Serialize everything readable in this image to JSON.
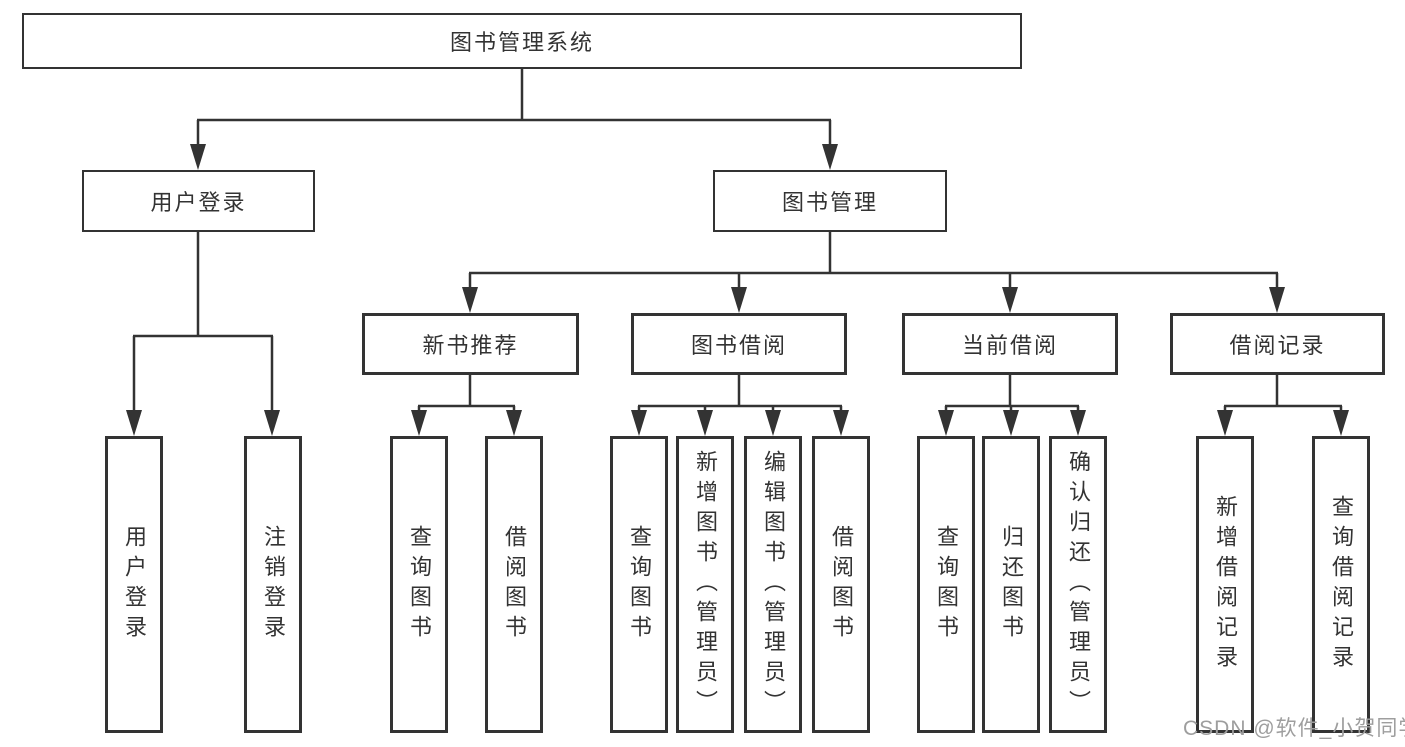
{
  "colors": {
    "line": "#333333",
    "box_border": "#333333",
    "text": "#333333",
    "watermark_text": "#9e9e9e",
    "background": "#ffffff"
  },
  "watermark": "CSDN @软件_小贺同学",
  "tree": {
    "root": {
      "label": "图书管理系统"
    },
    "branches": [
      {
        "label": "用户登录",
        "children": [
          {
            "label": "用户登录"
          },
          {
            "label": "注销登录"
          }
        ]
      },
      {
        "label": "图书管理",
        "children": [
          {
            "label": "新书推荐",
            "children": [
              {
                "label": "查询图书"
              },
              {
                "label": "借阅图书"
              }
            ]
          },
          {
            "label": "图书借阅",
            "children": [
              {
                "label": "查询图书"
              },
              {
                "label": "新增图书（管理员）"
              },
              {
                "label": "编辑图书（管理员）"
              },
              {
                "label": "借阅图书"
              }
            ]
          },
          {
            "label": "当前借阅",
            "children": [
              {
                "label": "查询图书"
              },
              {
                "label": "归还图书"
              },
              {
                "label": "确认归还（管理员）"
              }
            ]
          },
          {
            "label": "借阅记录",
            "children": [
              {
                "label": "新增借阅记录"
              },
              {
                "label": "查询借阅记录"
              }
            ]
          }
        ]
      }
    ]
  }
}
